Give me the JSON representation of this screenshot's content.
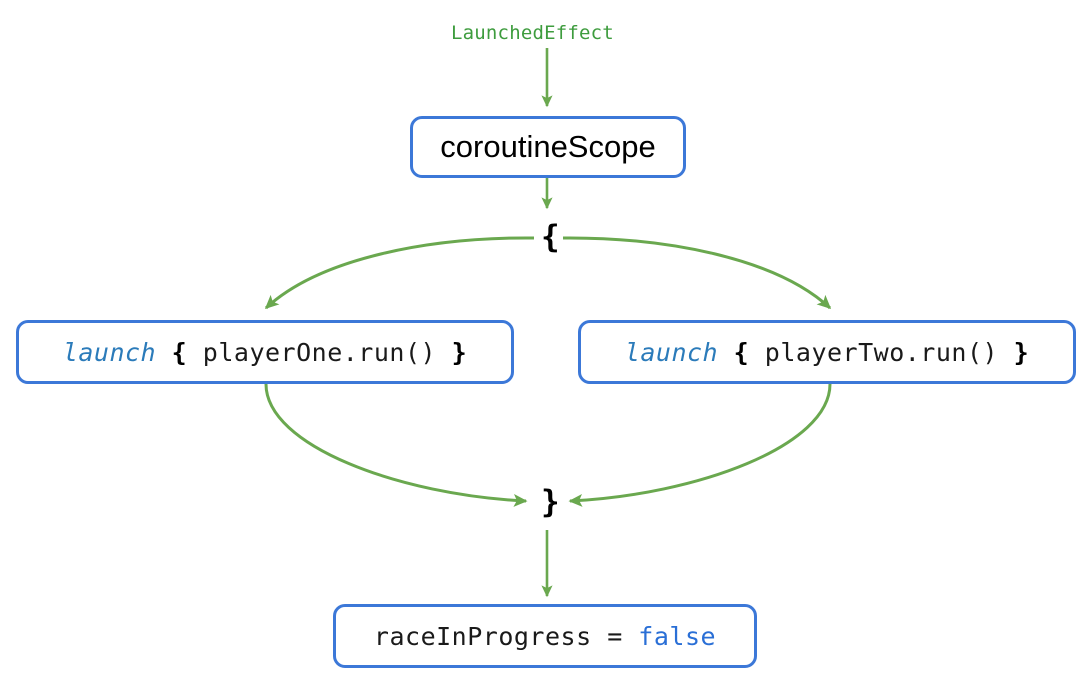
{
  "diagram": {
    "title_label": "LaunchedEffect",
    "colors": {
      "edge_green": "#6aa84f",
      "node_border_blue": "#3c78d8",
      "keyword_blue": "#2b7bba",
      "literal_blue": "#2a6fd6",
      "label_green": "#3e9c3e",
      "text_black": "#000000",
      "background": "#ffffff"
    },
    "nodes": [
      {
        "id": "coroutine-scope",
        "text": "coroutineScope",
        "style": "sans"
      },
      {
        "id": "launch-player-one",
        "keyword": "launch",
        "open_brace": "{",
        "body": "playerOne.run()",
        "close_brace": "}",
        "style": "mono"
      },
      {
        "id": "launch-player-two",
        "keyword": "launch",
        "open_brace": "{",
        "body": "playerTwo.run()",
        "close_brace": "}",
        "style": "mono"
      },
      {
        "id": "race-in-progress",
        "assignment": "raceInProgress = ",
        "literal": "false",
        "style": "mono"
      }
    ],
    "junctions": [
      {
        "id": "open-brace-junction",
        "glyph": "{"
      },
      {
        "id": "close-brace-junction",
        "glyph": "}"
      }
    ],
    "edges": [
      {
        "id": "edge-launchedeffect-to-scope",
        "from": "LaunchedEffect",
        "to": "coroutineScope",
        "shape": "straight"
      },
      {
        "id": "edge-scope-to-open-brace",
        "from": "coroutineScope",
        "to": "{",
        "shape": "straight"
      },
      {
        "id": "edge-open-brace-to-player-one",
        "from": "{",
        "to": "launch { playerOne.run() }",
        "shape": "curve"
      },
      {
        "id": "edge-open-brace-to-player-two",
        "from": "{",
        "to": "launch { playerTwo.run() }",
        "shape": "curve"
      },
      {
        "id": "edge-player-one-to-close-brace",
        "from": "launch { playerOne.run() }",
        "to": "}",
        "shape": "curve"
      },
      {
        "id": "edge-player-two-to-close-brace",
        "from": "launch { playerTwo.run() }",
        "to": "}",
        "shape": "curve"
      },
      {
        "id": "edge-close-brace-to-race",
        "from": "}",
        "to": "raceInProgress = false",
        "shape": "straight"
      }
    ]
  }
}
